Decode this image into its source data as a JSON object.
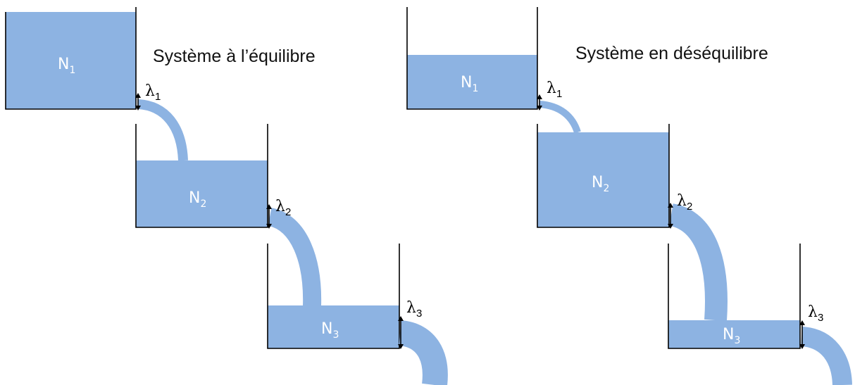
{
  "colors": {
    "water": "#8db3e2",
    "wall": "#000000",
    "background": "#ffffff"
  },
  "systems": [
    {
      "caption": "Système à l’équilibre",
      "tanks": [
        {
          "label": "N",
          "sub": "1",
          "rate": "1"
        },
        {
          "label": "N",
          "sub": "2",
          "rate": "2"
        },
        {
          "label": "N",
          "sub": "3",
          "rate": "3"
        }
      ]
    },
    {
      "caption": "Système en déséquilibre",
      "tanks": [
        {
          "label": "N",
          "sub": "1",
          "rate": "1"
        },
        {
          "label": "N",
          "sub": "2",
          "rate": "2"
        },
        {
          "label": "N",
          "sub": "3",
          "rate": "3"
        }
      ]
    }
  ],
  "rate_symbol": "λ"
}
